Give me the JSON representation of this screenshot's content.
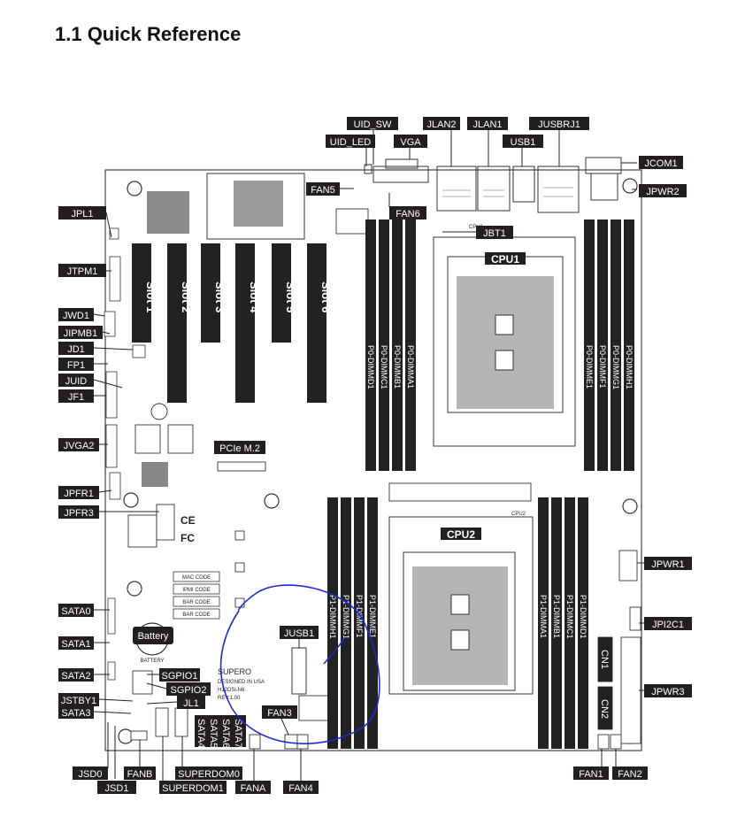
{
  "title": "1.1 Quick Reference",
  "labels": {
    "uid_sw": "UID_SW",
    "jlan2": "JLAN2",
    "jlan1": "JLAN1",
    "jusbrj1": "JUSBRJ1",
    "uid_led": "UID_LED",
    "vga": "VGA",
    "usb1": "USB1",
    "jcom1": "JCOM1",
    "fan5": "FAN5",
    "jpwr2": "JPWR2",
    "fan6": "FAN6",
    "jpl1": "JPL1",
    "jbt1": "JBT1",
    "jtpm1": "JTPM1",
    "jwd1": "JWD1",
    "jipmb1": "JIPMB1",
    "jd1": "JD1",
    "fp1": "FP1",
    "juid": "JUID",
    "jf1": "JF1",
    "jvga2": "JVGA2",
    "jpfr1": "JPFR1",
    "jpfr3": "JPFR3",
    "jpwr1": "JPWR1",
    "sata0": "SATA0",
    "jpi2c1": "JPI2C1",
    "sata1": "SATA1",
    "jusb1": "JUSB1",
    "sata2": "SATA2",
    "sgpio1": "SGPIO1",
    "sgpio2": "SGPIO2",
    "jpwr3": "JPWR3",
    "jstby1": "JSTBY1",
    "jl1": "JL1",
    "sata3": "SATA3",
    "fan3": "FAN3",
    "jsd0": "JSD0",
    "fanb": "FANB",
    "superdom0": "SUPERDOM0",
    "jsd1": "JSD1",
    "superdom1": "SUPERDOM1",
    "fana": "FANA",
    "fan4": "FAN4",
    "fan1": "FAN1",
    "fan2": "FAN2",
    "cn1": "CN1",
    "cn2": "CN2"
  },
  "slots": [
    "Slot 1",
    "Slot 2",
    "Slot 3",
    "Slot 4",
    "Slot 5",
    "Slot 6"
  ],
  "cpu1": "CPU1",
  "cpu2": "CPU2",
  "pcie_m2": "PCIe M.2",
  "battery": "Battery",
  "battery_small": "BATTERY",
  "cpu2_small": "CPU2",
  "cpu1_small": "CPU1",
  "dimms_cpu1_left": [
    "P0-DIMMD1",
    "P0-DIMMC1",
    "P0-DIMMB1",
    "P0-DIMMA1"
  ],
  "dimms_cpu1_right": [
    "P0-DIMME1",
    "P0-DIMMF1",
    "P0-DIMMG1",
    "P0-DIMMH1"
  ],
  "dimms_cpu2_left": [
    "P1-DIMMH1",
    "P1-DIMMG1",
    "P1-DIMMF1",
    "P1-DIMME1"
  ],
  "dimms_cpu2_right": [
    "P1-DIMMA1",
    "P1-DIMMB1",
    "P1-DIMMC1",
    "P1-DIMMD1"
  ],
  "sata_block": [
    "SATA4",
    "SATA5",
    "SATA6",
    "SATA7"
  ],
  "codes": [
    "MAC CODE",
    "IPMI CODE",
    "BAR CODE",
    "BAR CODE"
  ],
  "board_text": [
    "SUPERO",
    "DESIGNED IN USA",
    "H12DSi-N6",
    "REV:1.00"
  ],
  "cert_marks": [
    "CE",
    "FC"
  ],
  "colors": {
    "label_bg": "#231f20",
    "line": "#231f20",
    "pen": "#1a2bd6"
  }
}
